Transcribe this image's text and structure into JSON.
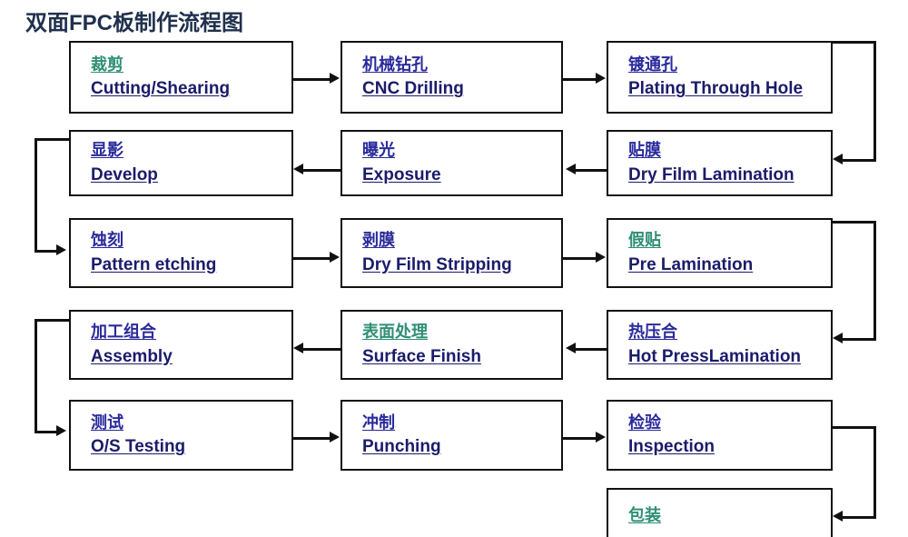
{
  "title": "双面FPC板制作流程图",
  "colors": {
    "box_border": "#111111",
    "english_text": "#1b1b6b",
    "chinese_blue": "#2a2a9c",
    "chinese_green": "#2f8f74",
    "title": "#20304d",
    "background": "#ffffff"
  },
  "nodes": [
    {
      "id": "cutting",
      "cn": "裁剪",
      "en": "Cutting/Shearing",
      "cn_color": "green"
    },
    {
      "id": "cnc",
      "cn": "机械钻孔",
      "en": "CNC Drilling",
      "cn_color": "blue"
    },
    {
      "id": "plating",
      "cn": "镀通孔",
      "en": "Plating Through Hole",
      "cn_color": "blue"
    },
    {
      "id": "develop",
      "cn": "显影",
      "en": "Develop",
      "cn_color": "blue"
    },
    {
      "id": "exposure",
      "cn": "曝光",
      "en": "Exposure",
      "cn_color": "blue"
    },
    {
      "id": "dryfilm",
      "cn": "贴膜",
      "en": "Dry Film Lamination",
      "cn_color": "blue"
    },
    {
      "id": "etching",
      "cn": "蚀刻",
      "en": "Pattern etching",
      "cn_color": "blue"
    },
    {
      "id": "stripping",
      "cn": "剥膜",
      "en": "Dry Film Stripping",
      "cn_color": "blue"
    },
    {
      "id": "prelam",
      "cn": "假贴",
      "en": "Pre Lamination",
      "cn_color": "green"
    },
    {
      "id": "assembly",
      "cn": "加工组合",
      "en": "Assembly",
      "cn_color": "blue"
    },
    {
      "id": "surface",
      "cn": "表面处理",
      "en": "Surface  Finish",
      "cn_color": "green"
    },
    {
      "id": "hotpress",
      "cn": "热压合",
      "en": "Hot PressLamination",
      "cn_color": "blue"
    },
    {
      "id": "testing",
      "cn": "测试",
      "en": "O/S Testing",
      "cn_color": "blue"
    },
    {
      "id": "punching",
      "cn": "冲制",
      "en": "Punching",
      "cn_color": "blue"
    },
    {
      "id": "inspection",
      "cn": "检验",
      "en": "Inspection",
      "cn_color": "blue"
    },
    {
      "id": "packing",
      "cn": "包装",
      "en": "",
      "cn_color": "green"
    }
  ],
  "flow": {
    "description": "Serpentine process flow: Cutting → CNC Drilling → Plating Through Hole → Dry Film Lamination → Exposure → Develop → Pattern etching → Dry Film Stripping → Pre Lamination → Hot Press Lamination → Surface Finish → Assembly → O/S Testing → Punching → Inspection → Packing"
  }
}
